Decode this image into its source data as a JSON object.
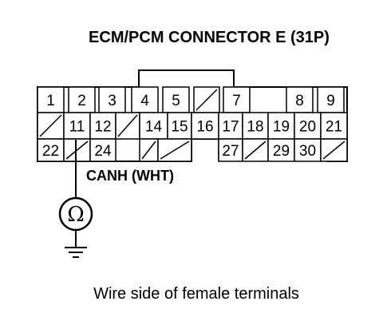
{
  "title": "ECM/PCM CONNECTOR E (31P)",
  "connector": {
    "row1": [
      "1",
      "2",
      "3",
      "4",
      "5",
      "",
      "7",
      "8",
      "9"
    ],
    "row2": [
      "",
      "11",
      "12",
      "",
      "14",
      "15",
      "16",
      "17",
      "18",
      "19",
      "20",
      "21"
    ],
    "row3": [
      "22",
      "",
      "24",
      "",
      "",
      "27",
      "",
      "29",
      "30",
      ""
    ]
  },
  "wire_label": "CANH (WHT)",
  "meter_symbol": "Ω",
  "caption": "Wire side of female terminals"
}
